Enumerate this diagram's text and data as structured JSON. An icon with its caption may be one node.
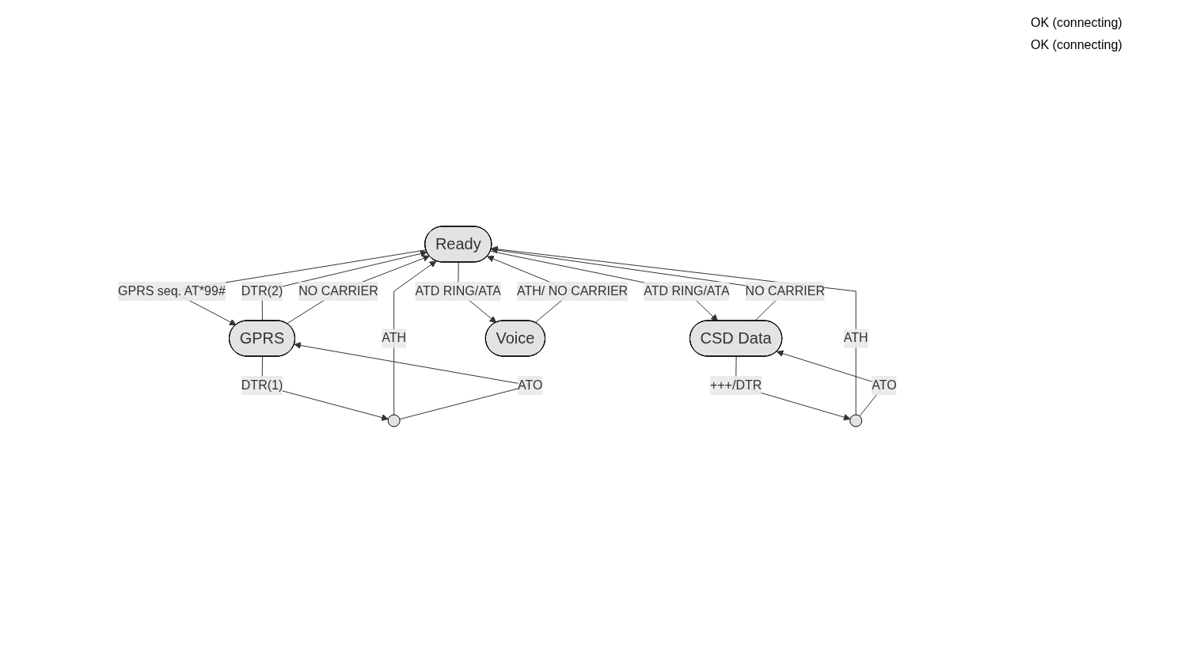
{
  "diagram": {
    "nodes": [
      {
        "text": [
          "Ready"
        ]
      },
      {
        "text": [
          "GPRS"
        ]
      },
      {
        "text": [],
        "shape": "circle"
      },
      {
        "text": [
          "CSD Data"
        ]
      },
      {
        "text": [],
        "shape": "circle"
      },
      {
        "text": [
          "Voice"
        ]
      }
    ],
    "edges": [
      {
        "from": 0,
        "to": 1,
        "arrow": "to",
        "label": "GPRS seq. AT*99#"
      },
      {
        "from": 1,
        "to": 0,
        "arrow": "to",
        "label": "DTR(2)"
      },
      {
        "from": 2,
        "to": 0,
        "arrow": "to",
        "label": "ATH"
      },
      {
        "from": 1,
        "to": 0,
        "arrow": "to",
        "label": "NO CARRIER"
      },
      {
        "from": 2,
        "to": 1,
        "arrow": "to",
        "label": "ATO"
      },
      {
        "from": 1,
        "to": 2,
        "arrow": "to",
        "label": "DTR(1)"
      },
      {
        "from": 4,
        "to": 0,
        "arrow": "to",
        "label": "ATH"
      },
      {
        "from": 3,
        "to": 0,
        "arrow": "to",
        "label": "NO CARRIER"
      },
      {
        "from": 0,
        "to": 3,
        "arrow": "to",
        "label": "ATD RING/ATA"
      },
      {
        "from": 4,
        "to": 3,
        "arrow": "to",
        "label": "ATO"
      },
      {
        "from": 3,
        "to": 4,
        "arrow": "to",
        "label": "+++/DTR"
      },
      {
        "from": 5,
        "to": 0,
        "arrow": "to",
        "label": "ATH/ NO CARRIER"
      },
      {
        "from": 0,
        "to": 5,
        "arrow": "to",
        "label": "ATD RING/ATA"
      }
    ],
    "labels": [
      "OK (connecting)",
      "OK (connecting)"
    ]
  }
}
